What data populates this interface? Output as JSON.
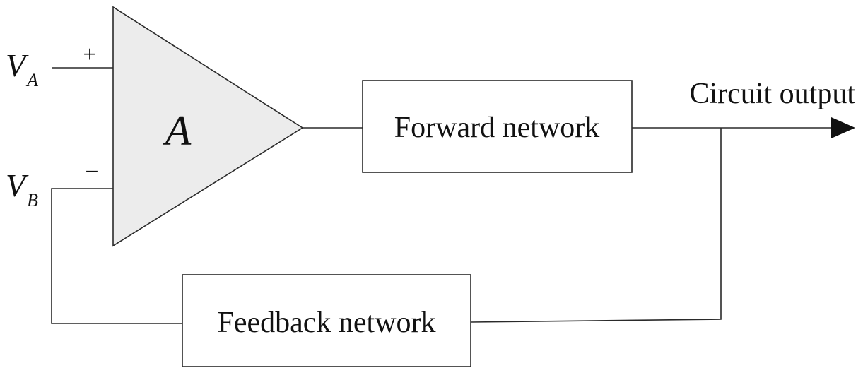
{
  "diagram": {
    "inputs": {
      "a": {
        "symbol": "V",
        "subscript": "A",
        "polarity": "+"
      },
      "b": {
        "symbol": "V",
        "subscript": "B",
        "polarity": "−"
      }
    },
    "amplifier": {
      "label": "A"
    },
    "blocks": {
      "forward": "Forward network",
      "feedback": "Feedback network"
    },
    "output_label": "Circuit output"
  }
}
